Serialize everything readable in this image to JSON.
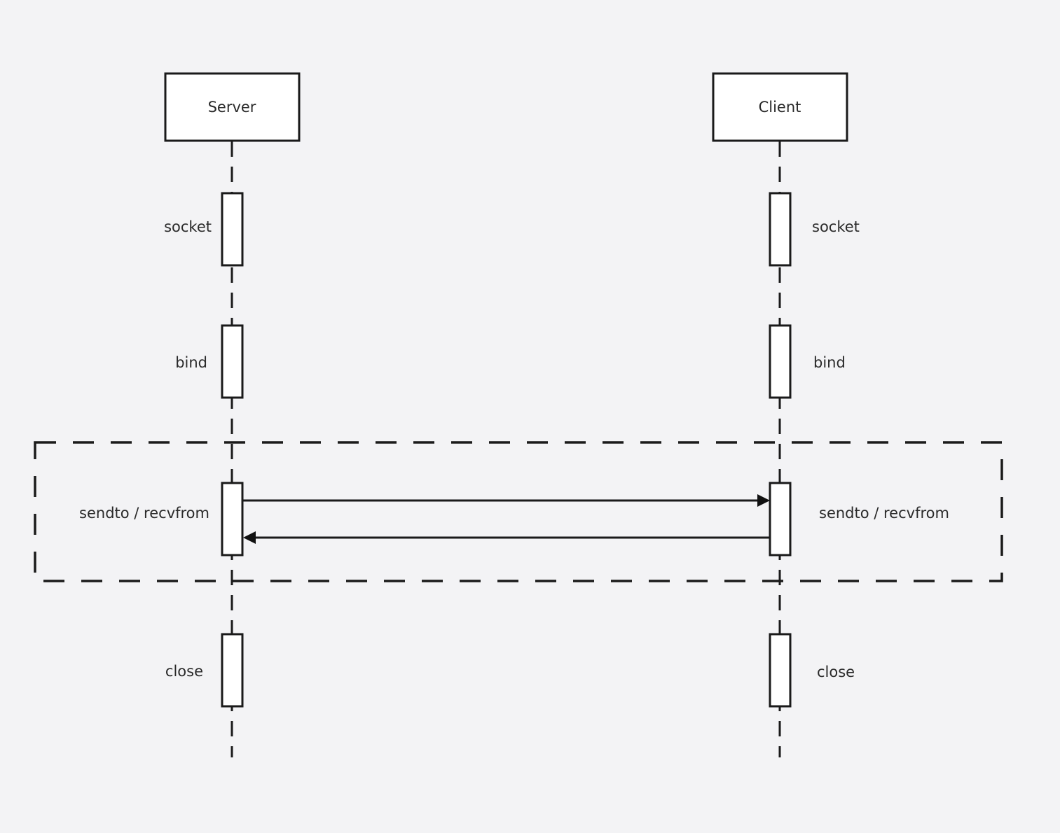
{
  "participants": {
    "server": {
      "label": "Server"
    },
    "client": {
      "label": "Client"
    }
  },
  "steps": {
    "socket": {
      "server_label": "socket",
      "client_label": "socket"
    },
    "bind": {
      "server_label": "bind",
      "client_label": "bind"
    },
    "sendto_recvfrom": {
      "server_label": "sendto / recvfrom",
      "client_label": "sendto / recvfrom"
    },
    "close": {
      "server_label": "close",
      "client_label": "close"
    }
  },
  "colors": {
    "background": "#f3f3f5",
    "stroke": "#1a1a1a",
    "box_fill": "#ffffff",
    "text": "#2a2a2a"
  }
}
